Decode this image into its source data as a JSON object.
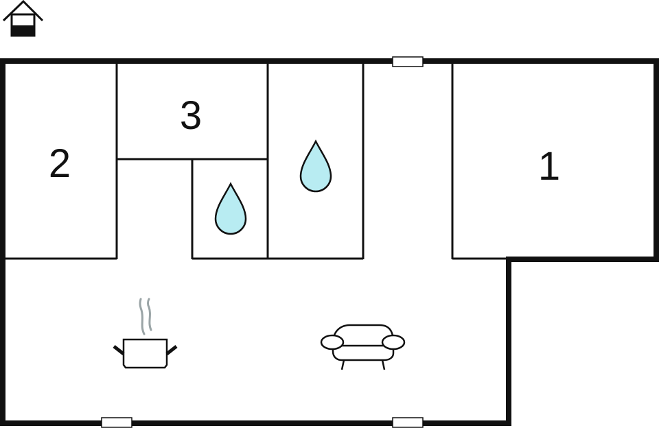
{
  "rooms": [
    {
      "label": "1",
      "type": "bedroom"
    },
    {
      "label": "2",
      "type": "bedroom"
    },
    {
      "label": "3",
      "type": "bedroom"
    }
  ],
  "icons": {
    "house": "house-icon",
    "bathroom_drop": "water-drop-icon",
    "kitchen": "cooking-pot-icon",
    "living": "sofa-icon",
    "window": "window-icon"
  },
  "colors": {
    "wall": "#111111",
    "water": "#b8ecf2",
    "steam": "#9aa4a6"
  }
}
